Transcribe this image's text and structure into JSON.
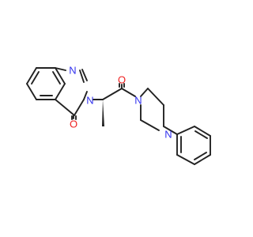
{
  "colors": {
    "bond": "#222222",
    "nitrogen": "#3232ee",
    "oxygen": "#ee2020",
    "background": "#ffffff"
  },
  "atoms": {
    "n_ring_top": "N",
    "n_ring_mid": "N",
    "o_ring": "O",
    "o_amide": "O",
    "n_pip_left": "N",
    "n_pip_right": "N"
  }
}
